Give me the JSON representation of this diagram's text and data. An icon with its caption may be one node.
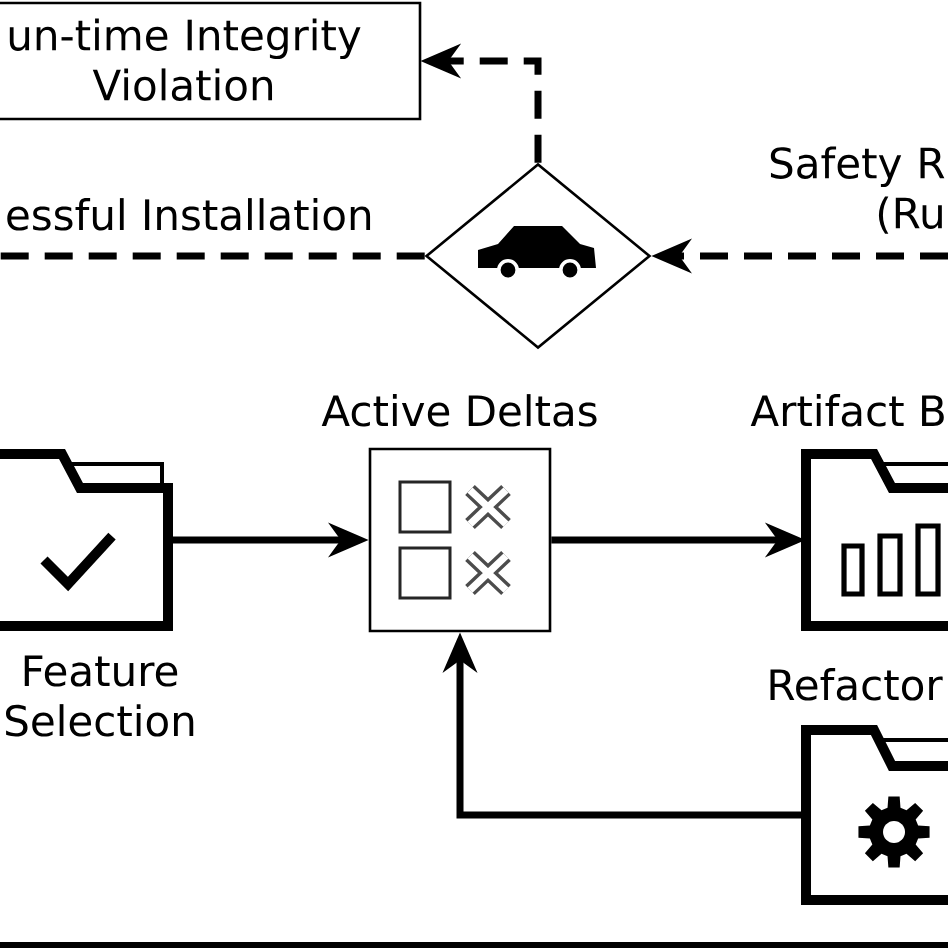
{
  "diagram": {
    "nodes": [
      {
        "text": [
          "un-time Integrity Violation"
        ]
      },
      {
        "text": [],
        "shape": "diamond"
      },
      {
        "text": [
          "Feature Selection"
        ]
      },
      {
        "text": [
          "Active Deltas"
        ]
      },
      {
        "text": [
          "Artifact B"
        ]
      },
      {
        "text": [
          "Refactor"
        ]
      }
    ],
    "edges": [
      {
        "from": 1,
        "to": 0,
        "arrow": "to",
        "style": "dashed"
      },
      {
        "from": 1,
        "to": null,
        "arrow": "none",
        "label": "essful Installation",
        "style": "dashed"
      },
      {
        "from": null,
        "to": 1,
        "arrow": "to",
        "label": "Safety R (Ru",
        "style": "dashed"
      },
      {
        "from": 2,
        "to": 3,
        "arrow": "to"
      },
      {
        "from": 3,
        "to": 4,
        "arrow": "to"
      },
      {
        "from": 5,
        "to": 3,
        "arrow": "to"
      }
    ]
  }
}
